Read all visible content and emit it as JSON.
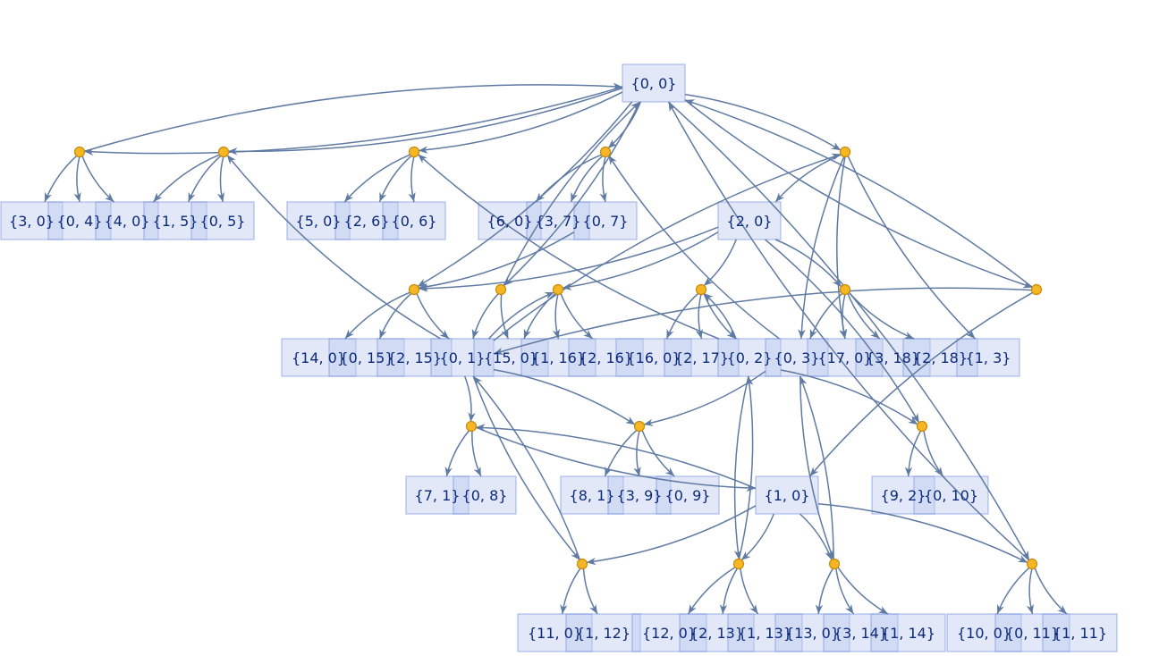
{
  "graph": {
    "colors": {
      "edge": "#5f7aa3",
      "hub": "#f5b723",
      "box_fill": "#e3e9f8",
      "label": "#0b2a7a"
    },
    "labels": [
      "{0, 0}",
      "{3, 0}",
      "{0, 4}",
      "{4, 0}",
      "{1, 5}",
      "{0, 5}",
      "{5, 0}",
      "{2, 6}",
      "{0, 6}",
      "{6, 0}",
      "{3, 7}",
      "{0, 7}",
      "{2, 0}",
      "{14, 0}",
      "{0, 15}",
      "{2, 15}",
      "{0, 1}",
      "{15, 0}",
      "{1, 16}",
      "{2, 16}",
      "{16, 0}",
      "{2, 17}",
      "{0, 2}",
      "{0, 3}",
      "{17, 0}",
      "{3, 18}",
      "{2, 18}",
      "{1, 3}",
      "{7, 1}",
      "{0, 8}",
      "{8, 1}",
      "{3, 9}",
      "{0, 9}",
      "{1, 0}",
      "{9, 2}",
      "{0, 10}",
      "{11, 0}",
      "{1, 12}",
      "{12, 0}",
      "{2, 13}",
      "{1, 13}",
      "{13, 0}",
      "{3, 14}",
      "{1, 14}",
      "{10, 0}",
      "{0, 11}",
      "{1, 11}"
    ],
    "hubs": [
      "hA",
      "hB",
      "hC",
      "hD",
      "hE",
      "hF",
      "hG",
      "hH",
      "hI",
      "hJ",
      "hK",
      "hL",
      "hM",
      "hN",
      "hO",
      "hP",
      "hQ",
      "hR"
    ],
    "edges": [
      [
        "{0, 0}",
        "hA"
      ],
      [
        "hA",
        "{0, 0}"
      ],
      [
        "{0, 0}",
        "hB"
      ],
      [
        "{0, 0}",
        "hC"
      ],
      [
        "{0, 0}",
        "hD"
      ],
      [
        "{0, 0}",
        "hE"
      ],
      [
        "hK",
        "{0, 0}"
      ],
      [
        "{0, 0}",
        "hK"
      ],
      [
        "{0, 0}",
        "hR"
      ],
      [
        "hR",
        "{0, 0}"
      ],
      [
        "hA",
        "{3, 0}"
      ],
      [
        "hA",
        "{0, 4}"
      ],
      [
        "hA",
        "{4, 0}"
      ],
      [
        "hB",
        "{4, 0}"
      ],
      [
        "hB",
        "{1, 5}"
      ],
      [
        "hB",
        "{0, 5}"
      ],
      [
        "hC",
        "{5, 0}"
      ],
      [
        "hC",
        "{2, 6}"
      ],
      [
        "hC",
        "{0, 6}"
      ],
      [
        "hD",
        "{6, 0}"
      ],
      [
        "hD",
        "{3, 7}"
      ],
      [
        "hD",
        "{0, 7}"
      ],
      [
        "{0, 1}",
        "hB"
      ],
      [
        "{0, 2}",
        "hC"
      ],
      [
        "{0, 3}",
        "hD"
      ],
      [
        "hE",
        "{2, 0}"
      ],
      [
        "hE",
        "{17, 0}"
      ],
      [
        "hE",
        "{0, 3}"
      ],
      [
        "hE",
        "{1, 3}"
      ],
      [
        "{0, 1}",
        "hE"
      ],
      [
        "{0, 7}",
        "hF"
      ],
      [
        "{0, 0}",
        "hF"
      ],
      [
        "{0, 0}",
        "hG"
      ],
      [
        "hG",
        "{0, 0}"
      ],
      [
        "hF",
        "{14, 0}"
      ],
      [
        "hF",
        "{0, 15}"
      ],
      [
        "hF",
        "{0, 1}"
      ],
      [
        "{2, 0}",
        "hF"
      ],
      [
        "{2, 0}",
        "hH"
      ],
      [
        "{2, 0}",
        "hI"
      ],
      [
        "{2, 0}",
        "hJ"
      ],
      [
        "{2, 0}",
        "hN"
      ],
      [
        "hG",
        "{15, 0}"
      ],
      [
        "hG",
        "{0, 1}"
      ],
      [
        "hH",
        "{15, 0}"
      ],
      [
        "hH",
        "{1, 16}"
      ],
      [
        "hH",
        "{2, 16}"
      ],
      [
        "{0, 1}",
        "hH"
      ],
      [
        "hI",
        "{16, 0}"
      ],
      [
        "hI",
        "{2, 17}"
      ],
      [
        "hI",
        "{0, 2}"
      ],
      [
        "{0, 2}",
        "hI"
      ],
      [
        "hJ",
        "{17, 0}"
      ],
      [
        "hJ",
        "{3, 18}"
      ],
      [
        "hJ",
        "{2, 18}"
      ],
      [
        "hJ",
        "{0, 3}"
      ],
      [
        "hK",
        "{0, 1}"
      ],
      [
        "hK",
        "{1, 0}"
      ],
      [
        "{0, 3}",
        "hM"
      ],
      [
        "{0, 1}",
        "hL"
      ],
      [
        "{0, 1}",
        "hM"
      ],
      [
        "{0, 2}",
        "hN"
      ],
      [
        "hL",
        "{7, 1}"
      ],
      [
        "hL",
        "{0, 8}"
      ],
      [
        "hL",
        "{1, 0}"
      ],
      [
        "{1, 0}",
        "hL"
      ],
      [
        "hM",
        "{8, 1}"
      ],
      [
        "hM",
        "{3, 9}"
      ],
      [
        "hM",
        "{0, 9}"
      ],
      [
        "hN",
        "{9, 2}"
      ],
      [
        "hN",
        "{0, 10}"
      ],
      [
        "{1, 0}",
        "hO"
      ],
      [
        "{1, 0}",
        "hP"
      ],
      [
        "{1, 0}",
        "hQ"
      ],
      [
        "{1, 0}",
        "hR"
      ],
      [
        "hO",
        "{11, 0}"
      ],
      [
        "hO",
        "{1, 12}"
      ],
      [
        "hO",
        "{0, 1}"
      ],
      [
        "{0, 1}",
        "hO"
      ],
      [
        "hP",
        "{12, 0}"
      ],
      [
        "hP",
        "{2, 13}"
      ],
      [
        "hP",
        "{1, 13}"
      ],
      [
        "hP",
        "{0, 2}"
      ],
      [
        "{0, 2}",
        "hP"
      ],
      [
        "hQ",
        "{13, 0}"
      ],
      [
        "hQ",
        "{3, 14}"
      ],
      [
        "hQ",
        "{1, 14}"
      ],
      [
        "hQ",
        "{0, 3}"
      ],
      [
        "{0, 3}",
        "hQ"
      ],
      [
        "hR",
        "{10, 0}"
      ],
      [
        "hR",
        "{0, 11}"
      ],
      [
        "hR",
        "{1, 11}"
      ]
    ]
  }
}
